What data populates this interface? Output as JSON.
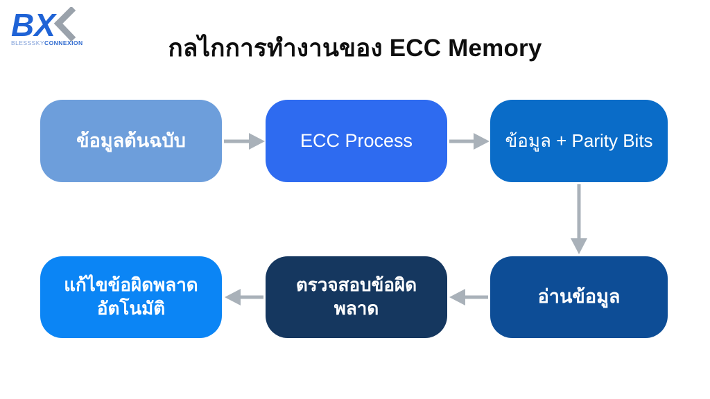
{
  "logo": {
    "monogram": "BX",
    "brand_line": {
      "part1": "BLESSSKY",
      "part2": "CONNEXION"
    },
    "colors": {
      "primary": "#1f63d6",
      "accent": "#9aa2ab",
      "brand_light": "#7e9ed8",
      "brand_dark": "#2e6ad0"
    }
  },
  "header": {
    "title": "กลไกการทำงานของ ECC Memory"
  },
  "flow": {
    "boxes": [
      {
        "id": "source-data",
        "label": "ข้อมูลต้นฉบับ",
        "bg": "#6d9edb"
      },
      {
        "id": "ecc-process",
        "label": "ECC Process",
        "bg": "#2e6bf0"
      },
      {
        "id": "data-parity",
        "label": "ข้อมูล + Parity Bits",
        "bg": "#0a6cc8"
      },
      {
        "id": "read-data",
        "label": "อ่านข้อมูล",
        "bg": "#0d4d96"
      },
      {
        "id": "check-errors",
        "label": "ตรวจสอบข้อผิดพลาด",
        "bg": "#15375f"
      },
      {
        "id": "auto-fix",
        "label": "แก้ไขข้อผิดพลาด อัตโนมัติ",
        "lines": [
          "แก้ไขข้อผิดพลาด",
          "อัตโนมัติ"
        ],
        "bg": "#0b85f5"
      }
    ],
    "box_text_color": "#ffffff",
    "arrow_color": "#a9b1b9"
  }
}
